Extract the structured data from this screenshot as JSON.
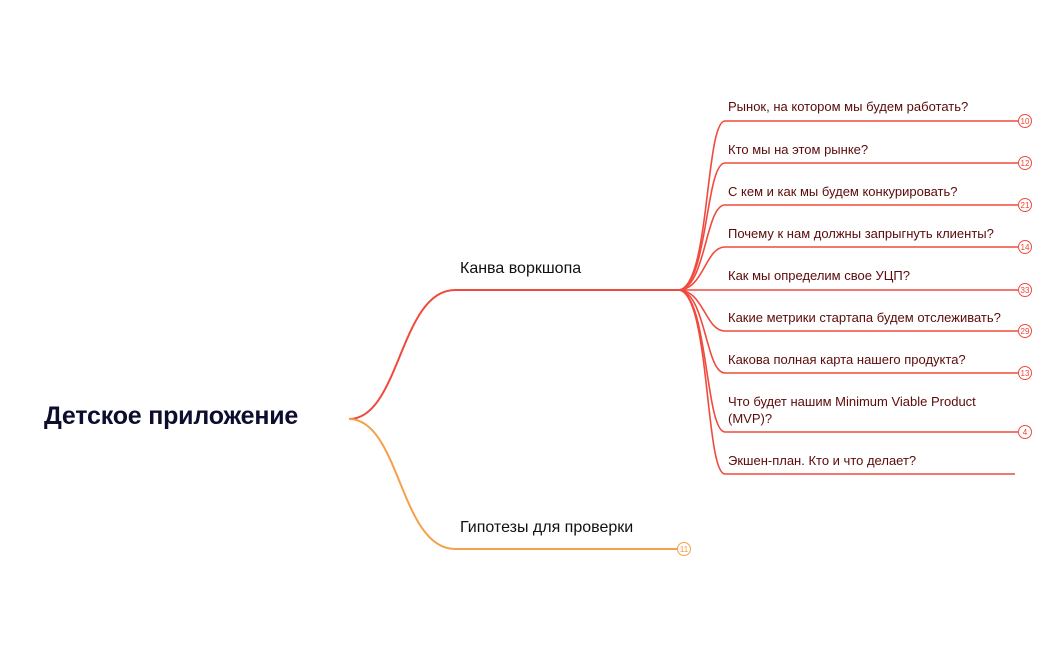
{
  "root": {
    "label": "Детское приложение"
  },
  "branches": [
    {
      "label": "Канва воркшопа",
      "color": "#f04a3e",
      "children": [
        {
          "label": "Рынок, на котором мы будем работать?",
          "count": "10"
        },
        {
          "label": "Кто мы на этом рынке?",
          "count": "12"
        },
        {
          "label": "С кем и как мы будем конкурировать?",
          "count": "21"
        },
        {
          "label": "Почему к нам должны запрыгнуть клиенты?",
          "count": "14"
        },
        {
          "label": "Как мы определим свое УЦП?",
          "count": "33"
        },
        {
          "label": "Какие метрики стартапа будем отслеживать?",
          "count": "29"
        },
        {
          "label": "Какова полная карта нашего продукта?",
          "count": "13"
        },
        {
          "label": "Что будет нашим Minimum Viable Product (MVP)?",
          "label_line1": "Что будет нашим Minimum Viable Product",
          "label_line2": "(MVP)?",
          "count": "4"
        },
        {
          "label": "Экшен-план. Кто и что делает?",
          "count": ""
        }
      ]
    },
    {
      "label": "Гипотезы для проверки",
      "color": "#f5a04a",
      "count": "11"
    }
  ]
}
